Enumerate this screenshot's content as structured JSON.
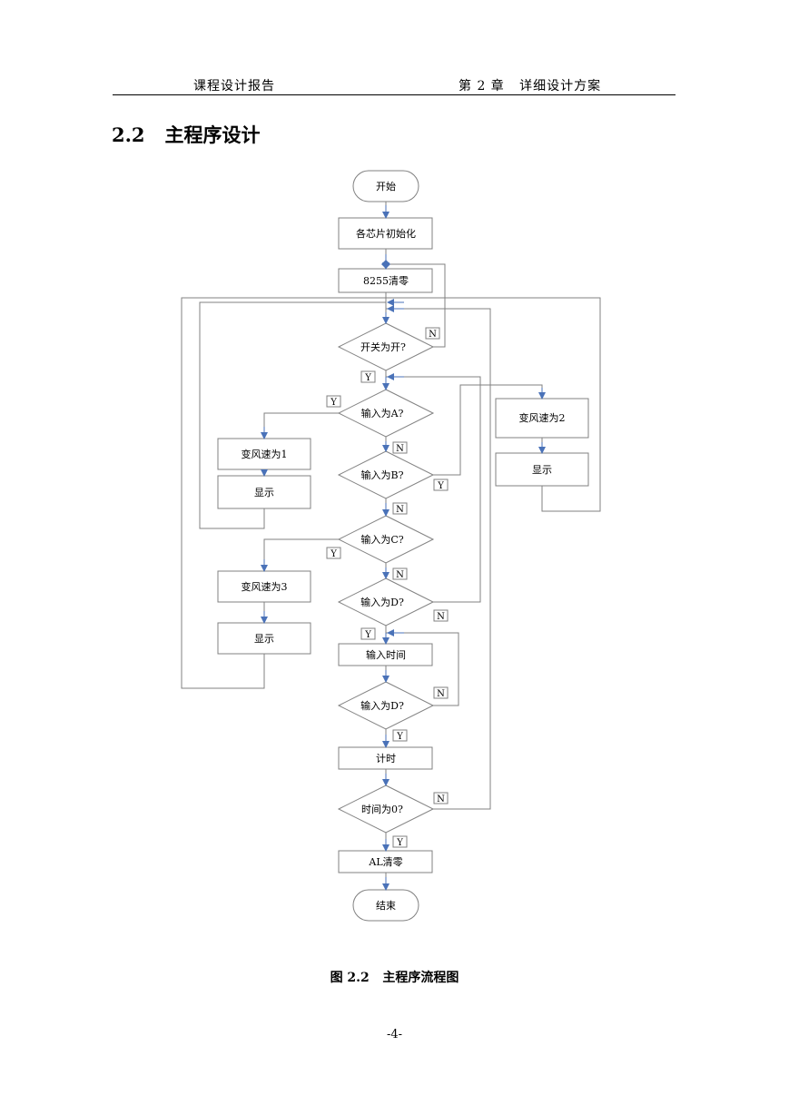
{
  "header": {
    "left": "课程设计报告",
    "right": "第 2 章   详细设计方案"
  },
  "section": {
    "title": "2.2   主程序设计"
  },
  "flowchart": {
    "start": "开始",
    "init": "各芯片初始化",
    "clear8255": "8255清零",
    "switch_on": "开关为开?",
    "input_a": "输入为A?",
    "input_b": "输入为B?",
    "input_c": "输入为C?",
    "input_d1": "输入为D?",
    "speed1": "变风速为1",
    "display1": "显示",
    "speed2": "变风速为2",
    "display2": "显示",
    "speed3": "变风速为3",
    "display3": "显示",
    "input_time": "输入时间",
    "input_d2": "输入为D?",
    "timing": "计时",
    "time_zero": "时间为0?",
    "clear_al": "AL清零",
    "end": "结束",
    "yes": "Y",
    "no": "N"
  },
  "caption": "图 2.2   主程序流程图",
  "page_number": "-4-"
}
